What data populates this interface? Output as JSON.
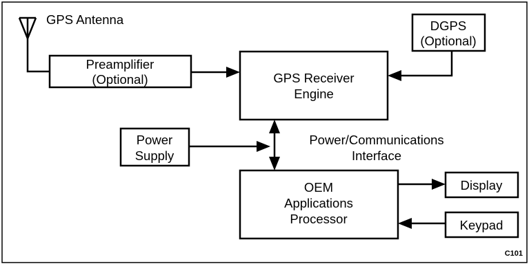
{
  "diagram": {
    "antenna": {
      "label": "GPS Antenna"
    },
    "preamplifier": {
      "line1": "Preamplifier",
      "line2": "(Optional)"
    },
    "receiver": {
      "line1": "GPS Receiver",
      "line2": "Engine"
    },
    "dgps": {
      "line1": "DGPS",
      "line2": "(Optional)"
    },
    "power_supply": {
      "line1": "Power",
      "line2": "Supply"
    },
    "interface": {
      "line1": "Power/Communications",
      "line2": "Interface"
    },
    "processor": {
      "line1": "OEM",
      "line2": "Applications",
      "line3": "Processor"
    },
    "display": {
      "label": "Display"
    },
    "keypad": {
      "label": "Keypad"
    },
    "figure_code": "C101"
  }
}
